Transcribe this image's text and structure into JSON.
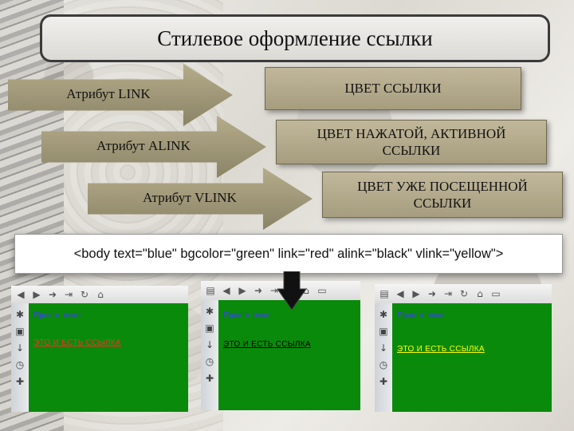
{
  "title": "Стилевое оформление ссылки",
  "arrows": [
    {
      "label": "Атрибут LINK"
    },
    {
      "label": "Атрибут ALINK"
    },
    {
      "label": "Атрибут VLINK"
    }
  ],
  "boxes": [
    {
      "text": "ЦВЕТ ССЫЛКИ"
    },
    {
      "text": "ЦВЕТ НАЖАТОЙ, АКТИВНОЙ ССЫЛКИ"
    },
    {
      "text": "ЦВЕТ УЖЕ ПОСЕЩЕННОЙ ССЫЛКИ"
    }
  ],
  "code": "<body text=\"blue\" bgcolor=\"green\" link=\"red\" alink=\"black\" vlink=\"yellow\">",
  "colors": {
    "page_bg": "#0a8a0a",
    "text": "#3a3aff",
    "link": "#ff2a2a",
    "alink": "#000000",
    "vlink": "#ffff00"
  },
  "icons": {
    "toolbar": [
      "back-icon",
      "forward-icon",
      "go-icon",
      "stop-icon",
      "reload-icon",
      "home-icon",
      "page-icon"
    ],
    "sidebar": [
      "panel-icon",
      "settings-icon",
      "note-icon",
      "download-icon",
      "history-icon",
      "add-icon"
    ]
  },
  "panels": [
    {
      "plain": "Просто текст",
      "link": "ЭТО И ЕСТЬ ССЫЛКА",
      "state": "link"
    },
    {
      "plain": "Просто текст",
      "link": "ЭТО И ЕСТЬ ССЫЛКА",
      "state": "alink"
    },
    {
      "plain": "Просто текст",
      "link": "ЭТО И ЕСТЬ ССЫЛКА",
      "state": "vlink"
    }
  ]
}
